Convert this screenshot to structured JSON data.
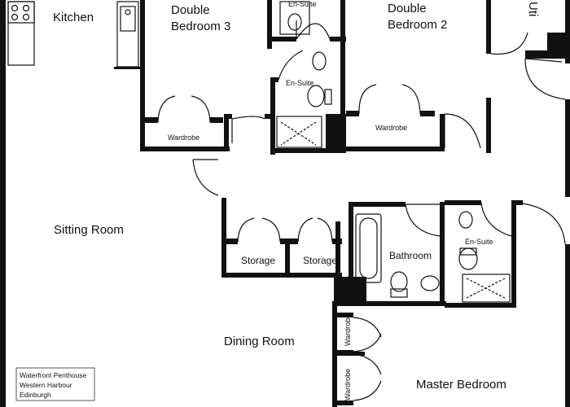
{
  "rooms": {
    "kitchen": "Kitchen",
    "double_bedroom_3": [
      "Double",
      "Bedroom 3"
    ],
    "double_bedroom_2": [
      "Double",
      "Bedroom 2"
    ],
    "ensuite_top": "En-Suite",
    "ensuite_mid": "En-Suite",
    "ensuite_right": "En-Suite",
    "utility": "Uti",
    "wardrobe_bed3": "Wardrobe",
    "wardrobe_bed2": "Wardrobe",
    "sitting_room": "Sitting Room",
    "storage_1": "Storage",
    "storage_2": "Storage",
    "bathroom": "Bathroom",
    "dining_room": "Dining Room",
    "wardrobe_master_1": "Wardrobe",
    "wardrobe_master_2": "Wardrobe",
    "master_bedroom": "Master Bedroom"
  },
  "legend": {
    "line1": "Waterfront Penthouse",
    "line2": "Western Harbour",
    "line3": "Edinburgh"
  },
  "colors": {
    "wall": "#111111",
    "background": "#ffffff"
  }
}
